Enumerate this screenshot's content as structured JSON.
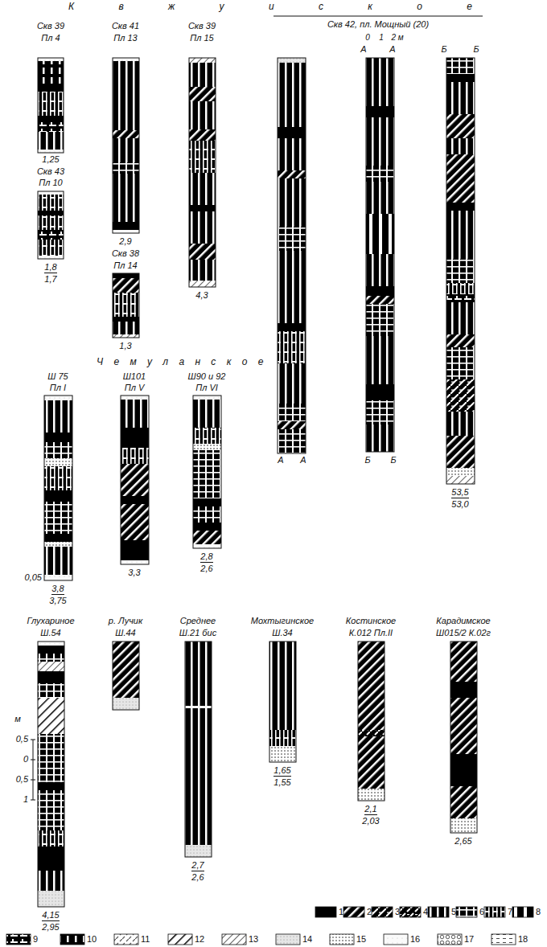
{
  "diagram": {
    "labels": [
      "К в ж у и с к о е",
      "Скв 39",
      "Пл 4",
      "1,25",
      "Скв 43",
      "Пл 10",
      "1,8",
      "1,7",
      "Скв 41",
      "Пл 13",
      "2,9",
      "Скв 38",
      "Пл 14",
      "1,3",
      "Скв 39",
      "Пл 15",
      "4,3",
      "Скв 42, пл. Мощный (20)",
      "0",
      "1",
      "2 м",
      "А",
      "А",
      "Б",
      "Б",
      "А",
      "А",
      "Б",
      "Б",
      "53,5",
      "53,0",
      "Ч е м у л а н с к о е",
      "Ш 75",
      "Пл I",
      "0,05",
      "3,8",
      "3,75",
      "Ш101",
      "Пл V",
      "3,3",
      "Ш90 и 92",
      "Пл VI",
      "2,8",
      "2,6",
      "Глухариное",
      "Ш.54",
      "4,15",
      "2,95",
      "р. Лучик",
      "Ш.44",
      "Среднее",
      "Ш.21 бис",
      "2,7",
      "2,6",
      "Мохтыгинское",
      "Ш.34",
      "1,65",
      "1,55",
      "Костинское",
      "К.012 Пл.II",
      "2,1",
      "2,03",
      "Карадимское",
      "Ш015/2 К.02г",
      "2,65",
      "м",
      "0,5",
      "0",
      "0,5",
      "1"
    ],
    "legend": [
      {
        "text": "1",
        "color": "#000000"
      },
      {
        "text": "2"
      },
      {
        "text": "3"
      },
      {
        "text": "4"
      },
      {
        "text": "5"
      },
      {
        "text": "6"
      },
      {
        "text": "7"
      },
      {
        "text": "8"
      },
      {
        "text": "9"
      },
      {
        "text": "10"
      },
      {
        "text": "11"
      },
      {
        "text": "12"
      },
      {
        "text": "13"
      },
      {
        "text": "14"
      },
      {
        "text": "15"
      },
      {
        "text": "16"
      },
      {
        "text": "17"
      },
      {
        "text": "18"
      }
    ]
  }
}
